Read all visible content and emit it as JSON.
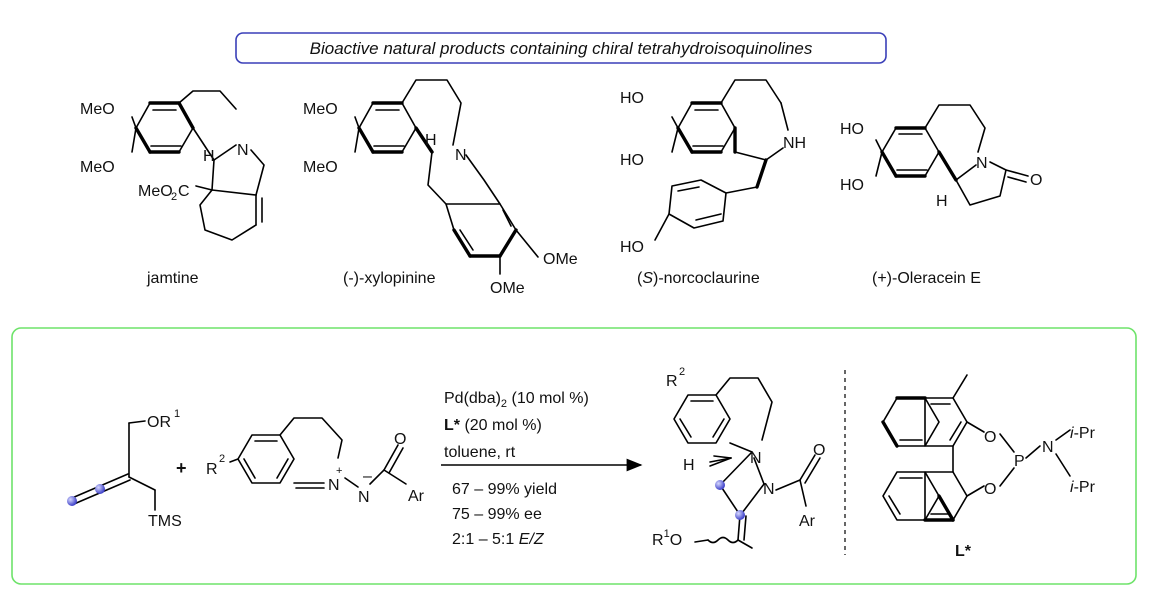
{
  "header": {
    "title": "Bioactive natural products containing chiral tetrahydroisoquinolines"
  },
  "products": [
    {
      "name": "jamtine"
    },
    {
      "name": "(-)-xylopinine"
    },
    {
      "name": "(S)-norcoclaurine",
      "prefix": "(",
      "italic": "S",
      "rest": ")-norcoclaurine"
    },
    {
      "name": "(+)-Oleracein E"
    }
  ],
  "atoms": {
    "meo": "MeO",
    "ome": "OMe",
    "ho": "HO",
    "h": "H",
    "n": "N",
    "nh": "NH",
    "o": "O",
    "me_o2c": "MeO",
    "two": "2",
    "c": "C",
    "ar": "Ar",
    "tms": "TMS",
    "or": "OR",
    "one": "1",
    "r": "R",
    "r2": "2",
    "plus": "+",
    "minus": "–",
    "p": "P",
    "ipr": "-Pr",
    "i": "i",
    "lstar": "L*"
  },
  "conditions": {
    "line1_a": "Pd(dba)",
    "line1_sub": "2",
    "line1_b": " (10 mol %)",
    "line2_bold": "L*",
    "line2_rest": " (20 mol %)",
    "line3": "toluene, rt",
    "line4": "67 – 99% yield",
    "line5": "75 – 99% ee",
    "line6_a": "2:1 – 5:1 ",
    "line6_italic": "E/Z"
  },
  "colors": {
    "title_border": "#3a3fb8",
    "box_border": "#6ee36a",
    "dot": "#6b6fe8"
  }
}
